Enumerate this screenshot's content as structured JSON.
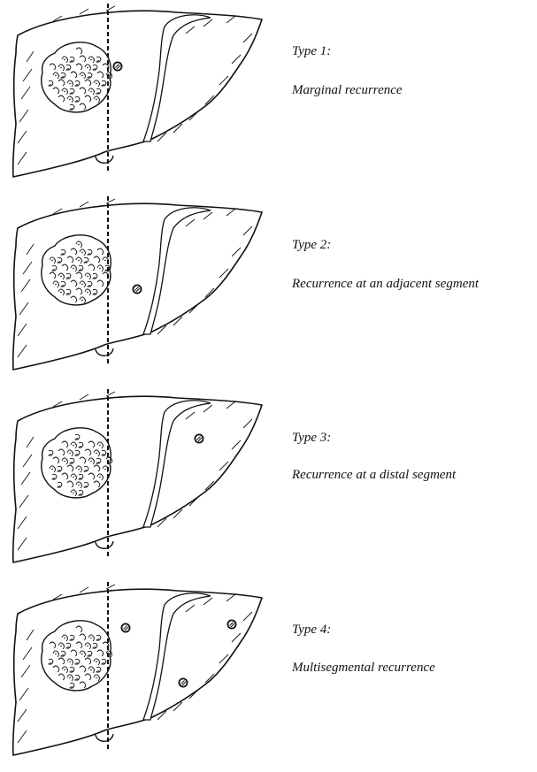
{
  "panels": [
    {
      "type_label": "Type 1:",
      "description": "Marginal recurrence"
    },
    {
      "type_label": "Type 2:",
      "description": "Recurrence at an adjacent segment"
    },
    {
      "type_label": "Type 3:",
      "description": "Recurrence at a distal segment"
    },
    {
      "type_label": "Type 4:",
      "description": "Multisegmental recurrence"
    }
  ],
  "icons": {
    "liver": "liver-outline-icon",
    "tumor": "primary-tumor-icon",
    "nodule": "recurrence-nodule-icon",
    "resection_line": "resection-line"
  },
  "colors": {
    "line": "#111111",
    "background": "#ffffff"
  }
}
